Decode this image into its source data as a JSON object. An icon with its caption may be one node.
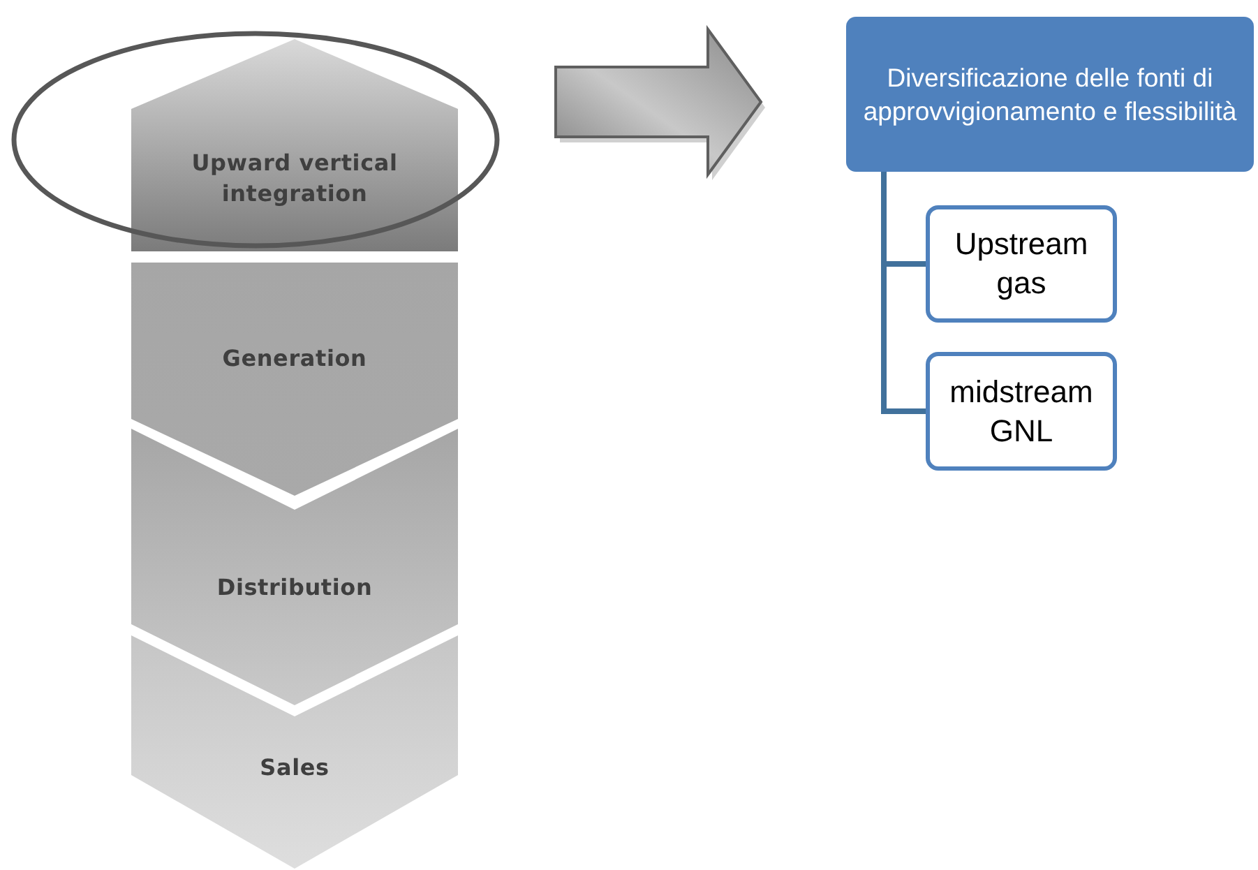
{
  "diagram": {
    "nodes": [
      {
        "text": [
          "Upward vertical integration"
        ]
      },
      {
        "text": [
          "Generation"
        ]
      },
      {
        "text": [
          "Distribution"
        ]
      },
      {
        "text": [
          "Sales"
        ]
      },
      {
        "text": [
          "Diversificazione delle fonti di approvvigionamento e flessibilità"
        ]
      },
      {
        "text": [
          "Upstream gas"
        ]
      },
      {
        "text": [
          "midstream GNL"
        ]
      }
    ],
    "edges": [
      {
        "from": 0,
        "to": 4,
        "arrow": "to",
        "style": "thick"
      },
      {
        "from": 4,
        "to": 5,
        "arrow": "none"
      },
      {
        "from": 4,
        "to": 6,
        "arrow": "none"
      }
    ]
  }
}
